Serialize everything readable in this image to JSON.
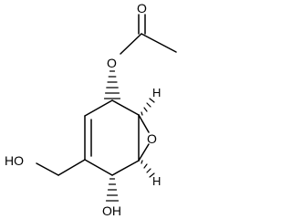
{
  "molecule": {
    "labels": {
      "carbonyl_oxygen": "O",
      "ester_oxygen": "O",
      "epoxide_oxygen": "O",
      "hydroxymethyl": "HO",
      "hydroxyl": "OH",
      "hydrogen_top": "H",
      "hydrogen_bottom": "H"
    }
  }
}
